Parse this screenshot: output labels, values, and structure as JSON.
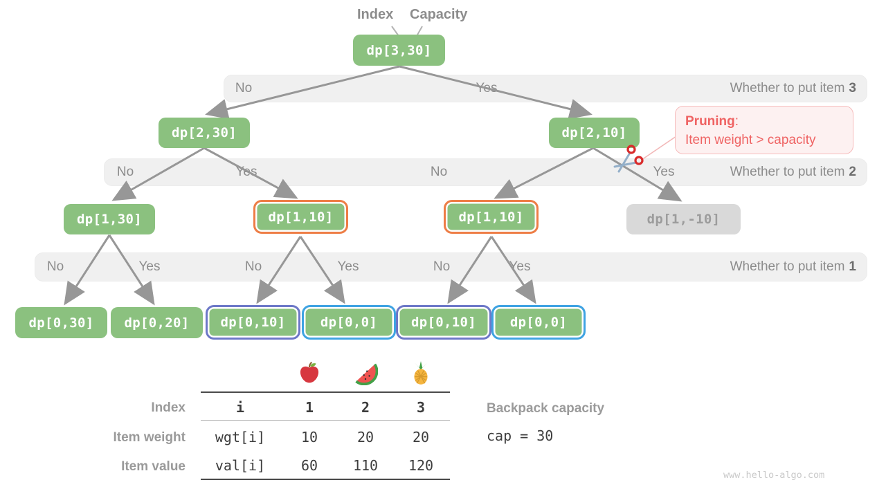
{
  "header": {
    "index_label": "Index",
    "capacity_label": "Capacity"
  },
  "tree": {
    "nodes": [
      {
        "label": "dp[3,30]"
      },
      {
        "label": "dp[2,30]"
      },
      {
        "label": "dp[2,10]"
      },
      {
        "label": "dp[1,30]"
      },
      {
        "label": "dp[1,10]"
      },
      {
        "label": "dp[1,10]"
      },
      {
        "label": "dp[1,-10]"
      },
      {
        "label": "dp[0,30]"
      },
      {
        "label": "dp[0,20]"
      },
      {
        "label": "dp[0,10]"
      },
      {
        "label": "dp[0,0]"
      },
      {
        "label": "dp[0,10]"
      },
      {
        "label": "dp[0,0]"
      }
    ]
  },
  "bands": [
    {
      "labels": [
        "No",
        "Yes"
      ],
      "title": "Whether to put item",
      "item": "3"
    },
    {
      "labels": [
        "No",
        "Yes",
        "No",
        "Yes"
      ],
      "title": "Whether to put item",
      "item": "2"
    },
    {
      "labels": [
        "No",
        "Yes",
        "No",
        "Yes",
        "No",
        "Yes"
      ],
      "title": "Whether to put item",
      "item": "1"
    }
  ],
  "pruning": {
    "title": "Pruning",
    "separator": ":",
    "description": "Item weight > capacity"
  },
  "table": {
    "row_labels": [
      "Index",
      "Item weight",
      "Item value"
    ],
    "columns": [
      "i",
      "1",
      "2",
      "3"
    ],
    "weight_row": [
      "wgt[i]",
      "10",
      "20",
      "20"
    ],
    "value_row": [
      "val[i]",
      "60",
      "110",
      "120"
    ],
    "icons": [
      "apple-icon",
      "watermelon-icon",
      "pineapple-icon"
    ]
  },
  "backpack": {
    "label": "Backpack capacity",
    "value": "cap = 30"
  },
  "watermark": "www.hello-algo.com",
  "colors": {
    "node_green": "#8bc17f",
    "highlight_orange": "#ee7d46",
    "highlight_blue": "#3fa3e3",
    "highlight_purple": "#6d78c8",
    "pruned_gray": "#d9d9d9",
    "pruning_red": "#ef6363",
    "line_gray": "#979797",
    "band_bg": "#f0f0f0"
  }
}
